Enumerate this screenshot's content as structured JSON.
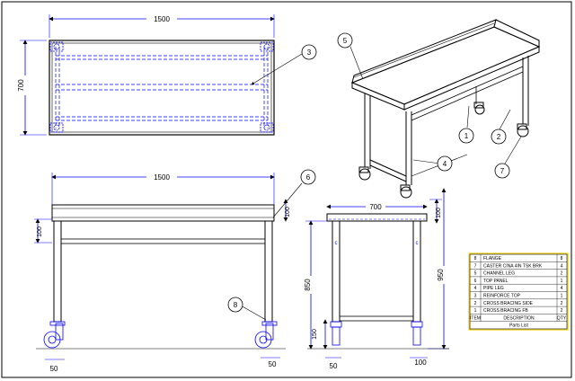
{
  "drawing": {
    "dims": {
      "top_width": "1500",
      "top_depth": "700",
      "front_width": "1500",
      "front_rail": "100",
      "front_leg_left": "50",
      "front_leg_right": "50",
      "side_width": "700",
      "side_rail": "100",
      "side_height_inner": "850",
      "side_height_total": "950",
      "side_brace": "150",
      "side_leg_left": "50",
      "side_leg_right": "100"
    },
    "balloons": [
      "1",
      "2",
      "3",
      "4",
      "5",
      "6",
      "7",
      "8"
    ]
  },
  "parts_list": {
    "rows": [
      {
        "item": "8",
        "desc": "FLANGE",
        "qty": "8"
      },
      {
        "item": "7",
        "desc": "CASTER CINA 4IN TSK BRK",
        "qty": "4"
      },
      {
        "item": "5",
        "desc": "CHANNEL LEG",
        "qty": "2"
      },
      {
        "item": "6",
        "desc": "TOP PANEL",
        "qty": "1"
      },
      {
        "item": "4",
        "desc": "PIPE LEG",
        "qty": "4"
      },
      {
        "item": "3",
        "desc": "REINFORCE TOP",
        "qty": "1"
      },
      {
        "item": "2",
        "desc": "CROSS BRACING SIDE",
        "qty": "2"
      },
      {
        "item": "1",
        "desc": "CROSS BRACING FB",
        "qty": "2"
      }
    ],
    "header": {
      "item": "ITEM",
      "desc": "DESCRIPTION",
      "qty": "QTY"
    },
    "title": "Parts List"
  },
  "colors": {
    "line": "#000000",
    "dim": "#0000ff",
    "hidden": "#0000ff",
    "accent": "#ff00ff",
    "table_border": "#f0d000"
  }
}
